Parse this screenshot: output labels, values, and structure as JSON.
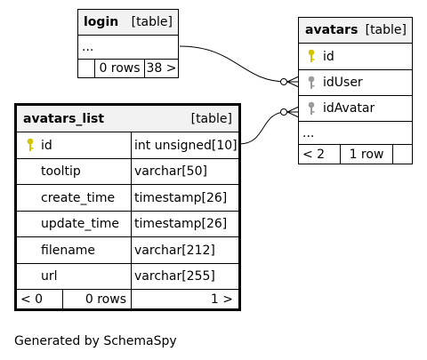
{
  "login": {
    "name": "login",
    "kind": "[table]",
    "ellipsis": "...",
    "rows_label": "0 rows",
    "next_label": "38 >"
  },
  "avatars": {
    "name": "avatars",
    "kind": "[table]",
    "columns": [
      {
        "name": "id",
        "key": "primary"
      },
      {
        "name": "idUser",
        "key": "foreign"
      },
      {
        "name": "idAvatar",
        "key": "foreign"
      }
    ],
    "ellipsis": "...",
    "prev_label": "< 2",
    "rows_label": "1 row"
  },
  "avatars_list": {
    "name": "avatars_list",
    "kind": "[table]",
    "columns": [
      {
        "name": "id",
        "type": "int unsigned[10]",
        "key": "primary"
      },
      {
        "name": "tooltip",
        "type": "varchar[50]"
      },
      {
        "name": "create_time",
        "type": "timestamp[26]"
      },
      {
        "name": "update_time",
        "type": "timestamp[26]"
      },
      {
        "name": "filename",
        "type": "varchar[212]"
      },
      {
        "name": "url",
        "type": "varchar[255]"
      }
    ],
    "prev_label": "< 0",
    "rows_label": "0 rows",
    "next_label": "1 >"
  },
  "footer": "Generated by SchemaSpy",
  "colors": {
    "primary_key": "#d4c400",
    "foreign_key": "#9a9a9a",
    "header_bg": "#f2f2f2"
  }
}
